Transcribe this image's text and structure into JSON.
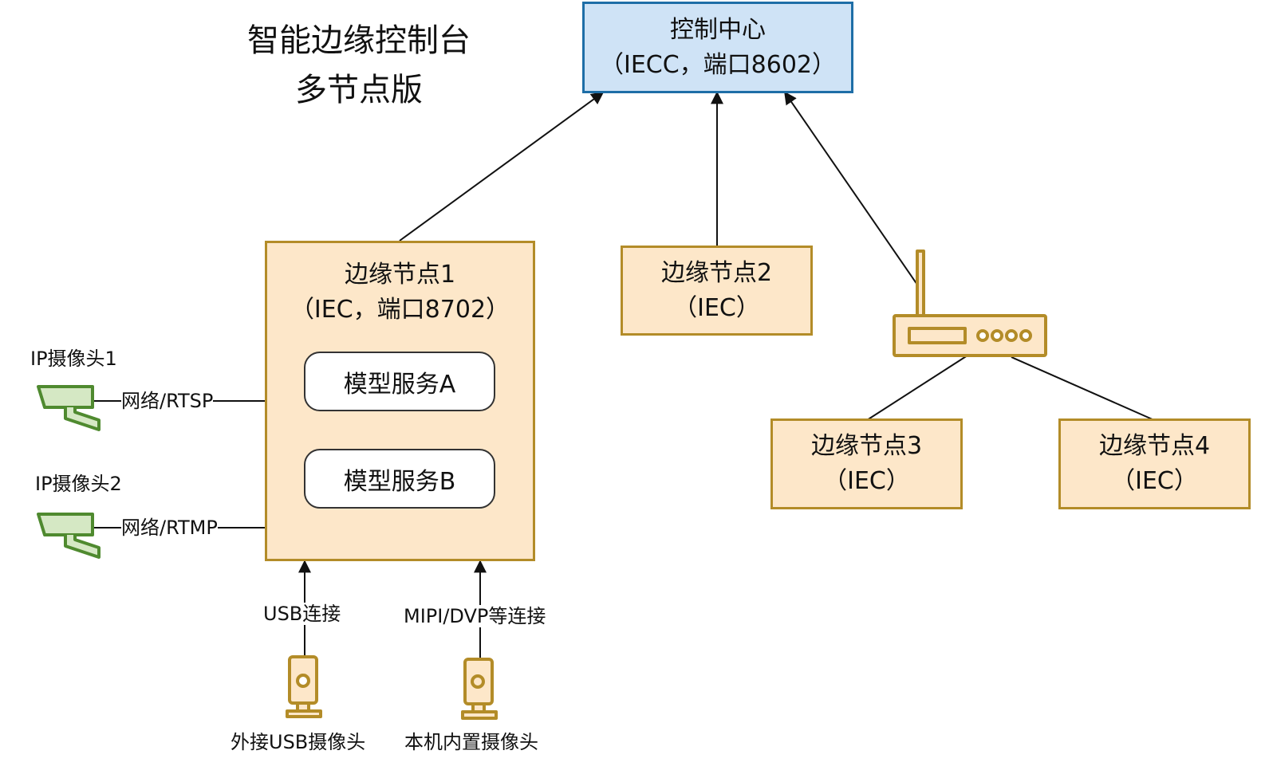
{
  "title": {
    "line1": "智能边缘控制台",
    "line2": "多节点版"
  },
  "control_center": {
    "name": "控制中心",
    "detail": "（IECC，端口8602）",
    "fill_color": "#cfe3f6",
    "border_color": "#1e6ea7"
  },
  "edge_node_1": {
    "name": "边缘节点1",
    "detail": "（IEC，端口8702）",
    "services": [
      "模型服务A",
      "模型服务B"
    ]
  },
  "edge_node_2": {
    "name": "边缘节点2",
    "detail": "（IEC）"
  },
  "edge_node_3": {
    "name": "边缘节点3",
    "detail": "（IEC）"
  },
  "edge_node_4": {
    "name": "边缘节点4",
    "detail": "（IEC）"
  },
  "node_colors": {
    "fill": "#fde7c9",
    "border": "#b38c28"
  },
  "cameras": {
    "ip_camera_1": {
      "label": "IP摄像头1",
      "link": "网络/RTSP",
      "icon": "cctv-camera-icon",
      "color": "#4f8a2f"
    },
    "ip_camera_2": {
      "label": "IP摄像头2",
      "link": "网络/RTMP",
      "icon": "cctv-camera-icon",
      "color": "#4f8a2f"
    },
    "usb_camera": {
      "label": "外接USB摄像头",
      "link": "USB连接",
      "icon": "webcam-icon",
      "color": "#b38c28"
    },
    "builtin_camera": {
      "label": "本机内置摄像头",
      "link": "MIPI/DVP等连接",
      "icon": "webcam-icon",
      "color": "#b38c28"
    }
  },
  "router": {
    "icon": "wifi-router-icon",
    "color": "#b38c28"
  }
}
